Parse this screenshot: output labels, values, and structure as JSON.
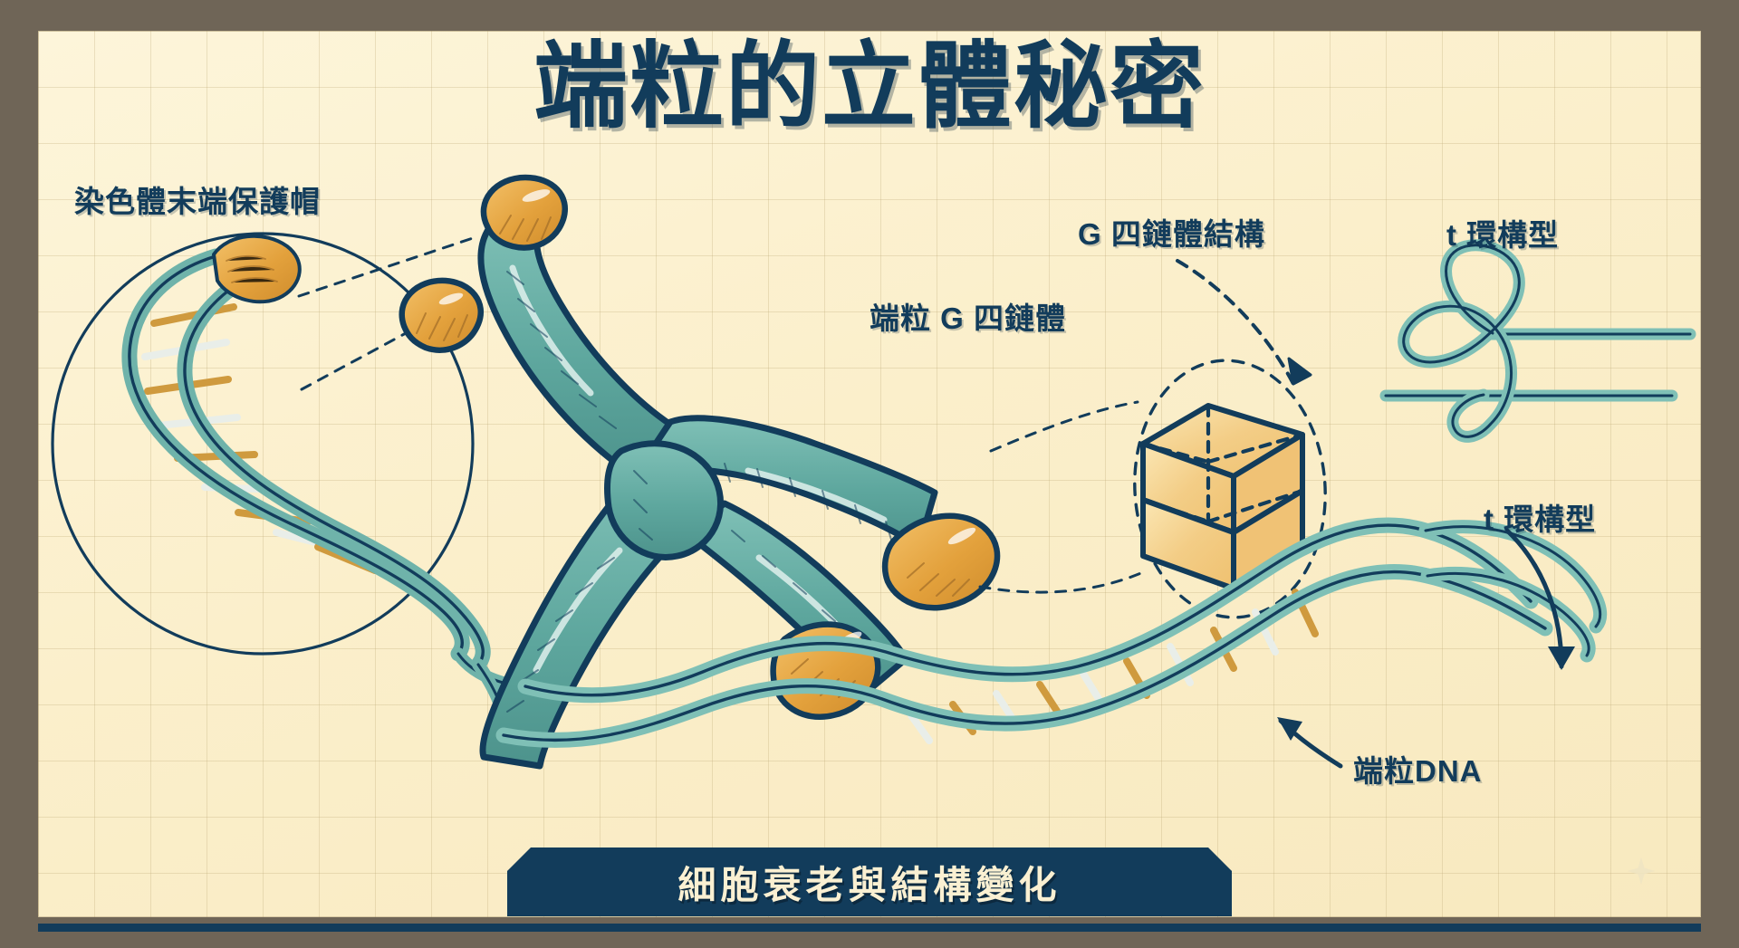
{
  "poster": {
    "title": "端粒的立體秘密",
    "banner_text": "細胞衰老與結構變化",
    "background_color": "#fbf0cf",
    "frame_color": "#6f6557",
    "ink_color": "#123c5b",
    "accent_teal": "#5fa8a0",
    "accent_orange": "#e8a33d"
  },
  "labels": {
    "chromosome_cap": "染色體末端保護帽",
    "g_quadruplex_structure": "G 四鏈體結構",
    "telomere_g_quadruplex": "端粒 G 四鏈體",
    "t_loop_top": "t 環構型",
    "t_loop_bottom": "t 環構型",
    "telomere_dna": "端粒DNA"
  },
  "figures": {
    "chromosome": "x-shaped-chromosome-with-orange-telomere-caps",
    "dna_helix_left": "double-helix-telomere-strand",
    "dna_helix_bottom": "long-double-helix-telomere-dna",
    "g_quadruplex_cube": "stacked-g-tetrad-cube",
    "t_loop_diagram": "t-loop-lasso-diagram",
    "magnifier_circle": "magnified-chromosome-end-circle"
  },
  "icons": {
    "arrow_to_cube": "arrow-icon",
    "arrow_to_tloop": "arrow-icon",
    "arrow_to_dna": "arrow-icon",
    "sparkle": "sparkle-icon"
  }
}
